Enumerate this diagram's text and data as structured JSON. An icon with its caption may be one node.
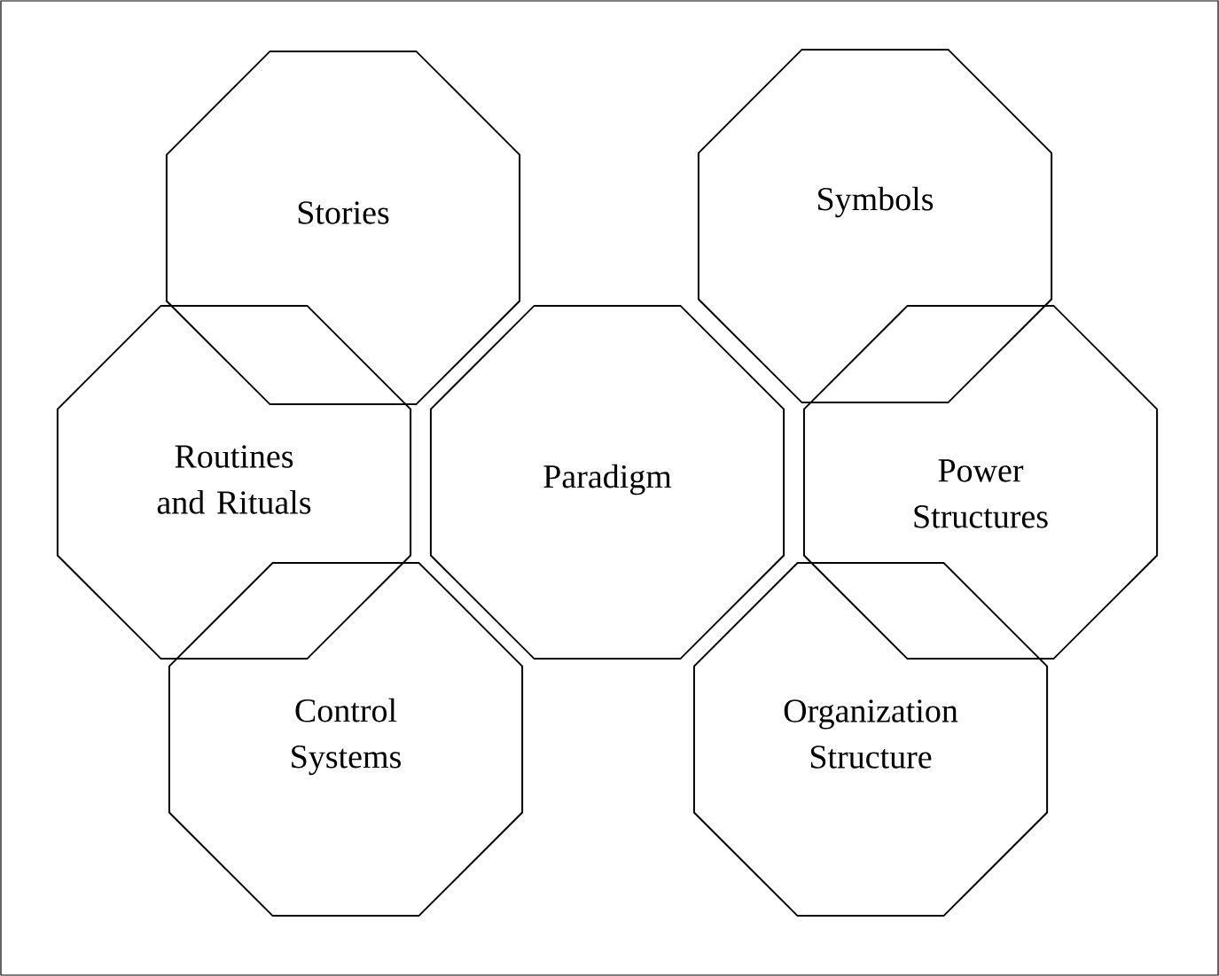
{
  "diagram": {
    "nodes": [
      {
        "text": [
          "Stories"
        ]
      },
      {
        "text": [
          "Symbols"
        ]
      },
      {
        "text": [
          "Routines and Rituals"
        ]
      },
      {
        "text": [
          "Paradigm"
        ]
      },
      {
        "text": [
          "Power Structures"
        ]
      },
      {
        "text": [
          "Control Systems"
        ]
      },
      {
        "text": [
          "Organization Structure"
        ]
      }
    ]
  }
}
